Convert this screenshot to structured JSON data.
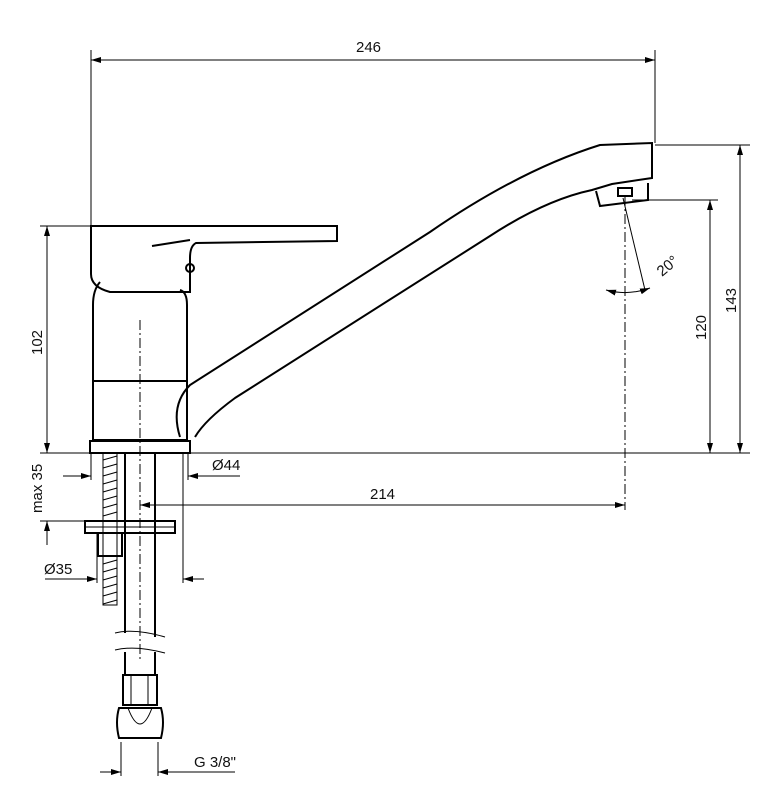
{
  "dimensions": {
    "overall_length": "246",
    "total_height": "143",
    "spout_height": "120",
    "body_height": "102",
    "spout_reach": "214",
    "spray_angle": "20°",
    "base_diameter": "Ø44",
    "max_mount_thickness": "max 35",
    "hole_diameter": "Ø35",
    "connection_thread": "G 3/8\""
  }
}
